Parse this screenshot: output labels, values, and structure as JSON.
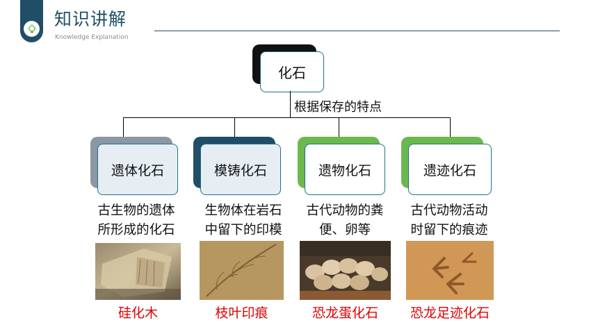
{
  "header": {
    "title": "知识讲解",
    "subtitle": "Knowledge Explanation",
    "icon": "lightbulb-icon"
  },
  "diagram": {
    "root": "化石",
    "branch_label": "根据保存的特点",
    "categories": [
      {
        "label": "遗体化石",
        "desc_line1": "古生物的遗体",
        "desc_line2": "所形成的化石",
        "caption": "硅化木",
        "back_color": "#8b97a3",
        "front_color": "#e6eef3"
      },
      {
        "label": "模铸化石",
        "desc_line1": "生物体在岩石",
        "desc_line2": "中留下的印模",
        "caption": "枝叶印痕",
        "back_color": "#1f4e66",
        "front_color": "#e6eef3"
      },
      {
        "label": "遗物化石",
        "desc_line1": "古代动物的粪",
        "desc_line2": "便、卵等",
        "caption": "恐龙蛋化石",
        "back_color": "#6ab94f",
        "front_color": "#ffffff"
      },
      {
        "label": "遗迹化石",
        "desc_line1": "古代动物活动",
        "desc_line2": "时留下的痕迹",
        "caption": "恐龙足迹化石",
        "back_color": "#6ab94f",
        "front_color": "#ffffff"
      }
    ]
  },
  "colors": {
    "accent": "#1f4e66",
    "caption": "#e00000"
  }
}
